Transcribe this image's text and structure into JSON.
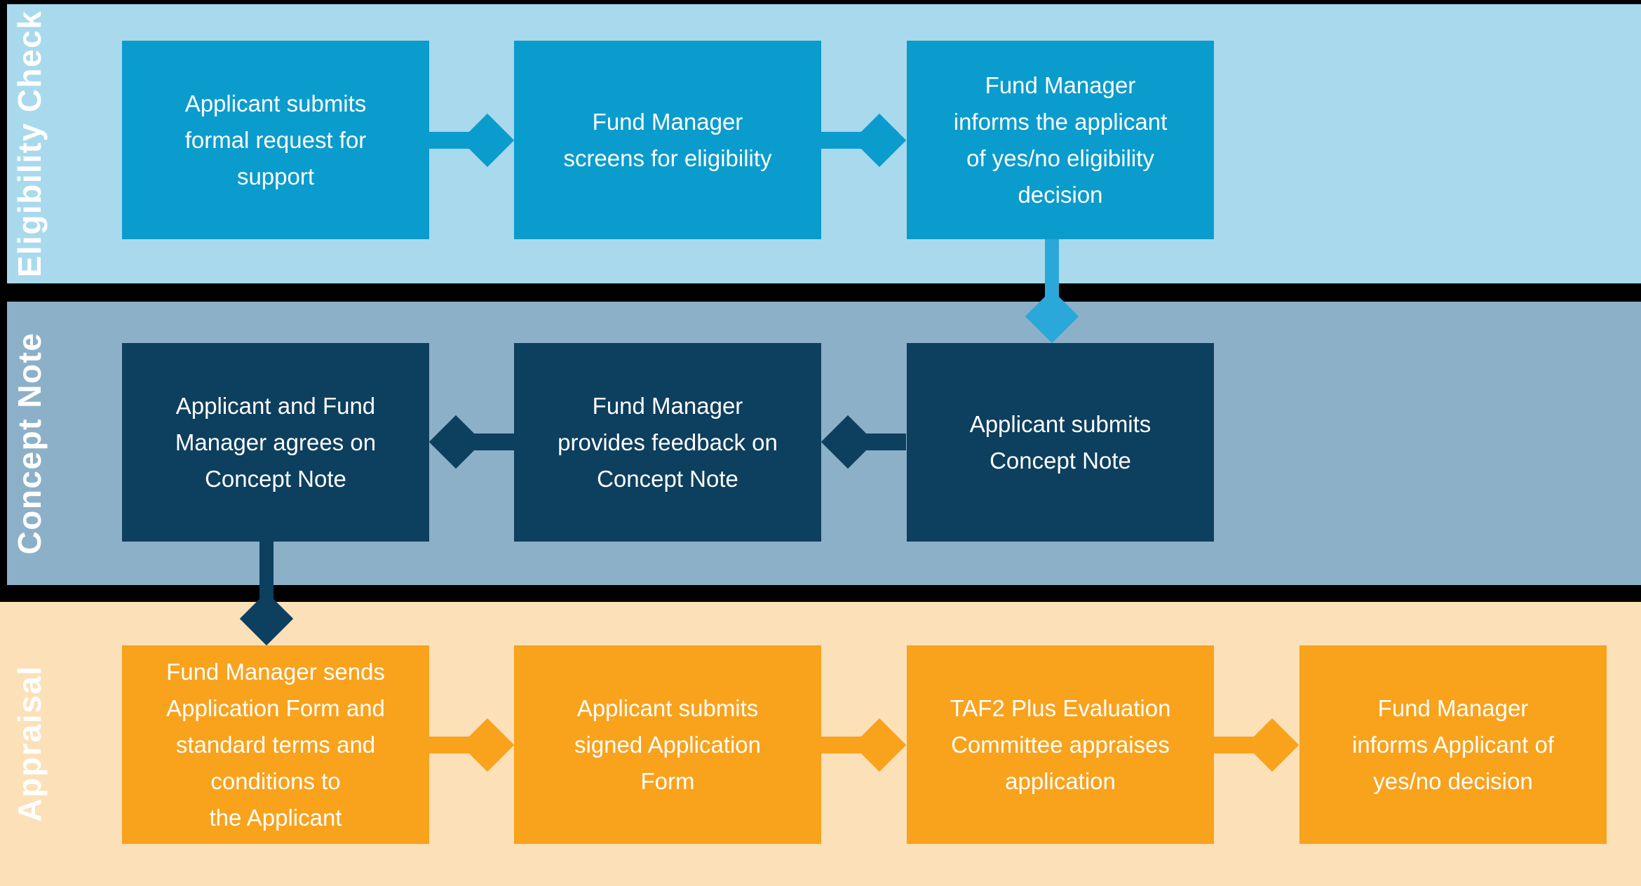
{
  "diagram": {
    "type": "flowchart",
    "description": "TAF2 Plus application process swimlane flowchart with three stages",
    "colors": {
      "background": "#000000",
      "lane1_bg": "#a9d9ec",
      "lane1_box": "#0a9ccd",
      "lane1_to_lane2_connector": "#2ba8da",
      "lane2_bg": "#8cb0c8",
      "lane2_box": "#0d3f5e",
      "lane3_bg": "#fce0b8",
      "lane3_box": "#f9a21c",
      "text": "#ffffff"
    },
    "lanes": [
      {
        "label": "Eligibility Check",
        "flow": "left-to-right",
        "boxes": [
          {
            "label": "Applicant submits\nformal request for\nsupport"
          },
          {
            "label": "Fund Manager\nscreens for eligibility"
          },
          {
            "label": "Fund Manager\ninforms the applicant\nof yes/no eligibility\ndecision"
          }
        ]
      },
      {
        "label": "Concept Note",
        "flow": "right-to-left",
        "boxes": [
          {
            "label": "Applicant and Fund\nManager agrees on\nConcept Note"
          },
          {
            "label": "Fund Manager\nprovides feedback on\nConcept Note"
          },
          {
            "label": "Applicant submits\nConcept Note"
          }
        ]
      },
      {
        "label": "Appraisal",
        "flow": "left-to-right",
        "boxes": [
          {
            "label": "Fund Manager sends\nApplication Form and\nstandard terms and\nconditions to\nthe Applicant"
          },
          {
            "label": "Applicant submits\nsigned Application\nForm"
          },
          {
            "label": "TAF2 Plus Evaluation\nCommittee appraises\napplication"
          },
          {
            "label": "Fund Manager\ninforms Applicant of\nyes/no decision"
          }
        ]
      }
    ],
    "connectors": [
      {
        "from": "Applicant submits formal request for support",
        "to": "Fund Manager screens for eligibility",
        "direction": "right"
      },
      {
        "from": "Fund Manager screens for eligibility",
        "to": "Fund Manager informs the applicant of yes/no eligibility decision",
        "direction": "right"
      },
      {
        "from": "Fund Manager informs the applicant of yes/no eligibility decision",
        "to": "Applicant submits Concept Note",
        "direction": "down"
      },
      {
        "from": "Applicant submits Concept Note",
        "to": "Fund Manager provides feedback on Concept Note",
        "direction": "left"
      },
      {
        "from": "Fund Manager provides feedback on Concept Note",
        "to": "Applicant and Fund Manager agrees on Concept Note",
        "direction": "left"
      },
      {
        "from": "Applicant and Fund Manager agrees on Concept Note",
        "to": "Fund Manager sends Application Form and standard terms and conditions to the Applicant",
        "direction": "down"
      },
      {
        "from": "Fund Manager sends Application Form and standard terms and conditions to the Applicant",
        "to": "Applicant submits signed Application Form",
        "direction": "right"
      },
      {
        "from": "Applicant submits signed Application Form",
        "to": "TAF2 Plus Evaluation Committee appraises application",
        "direction": "right"
      },
      {
        "from": "TAF2 Plus Evaluation Committee appraises application",
        "to": "Fund Manager informs Applicant of yes/no decision",
        "direction": "right"
      }
    ]
  }
}
